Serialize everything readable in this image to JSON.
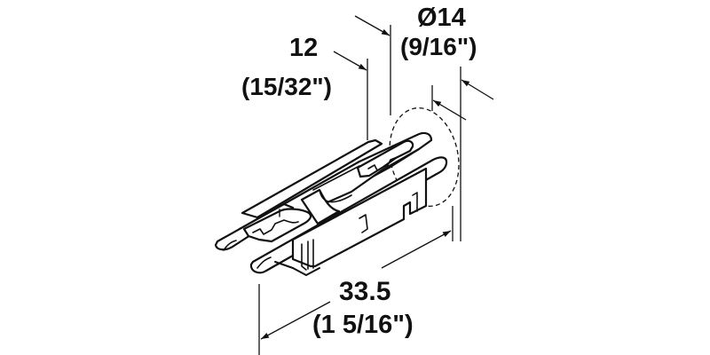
{
  "diagram": {
    "subject": "LED strip connector clip",
    "line_color": "#111111",
    "background": "#ffffff",
    "dimensions": {
      "width": {
        "metric": "12",
        "imperial": "(15/32\")"
      },
      "diameter": {
        "metric": "Ø14",
        "imperial": "(9/16\")"
      },
      "length": {
        "metric": "33.5",
        "imperial": "(1 5/16\")"
      }
    }
  }
}
